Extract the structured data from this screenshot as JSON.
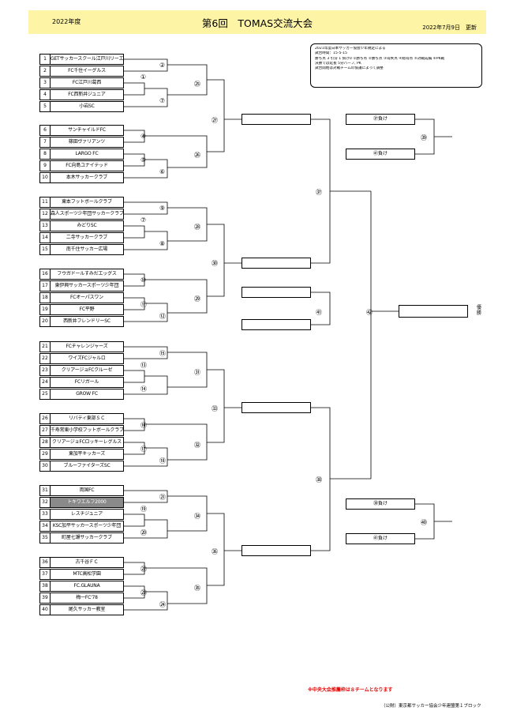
{
  "header": {
    "year": "2022年度",
    "title": "第6回　TOMAS交流大会",
    "updated": "2022年7月9日　更新"
  },
  "rules": [
    "2021年度日本サッカー協会少年規定による",
    "試合時間：15-5-15",
    "勝ち点 3  引分 1  負け0   ①勝ち点  ②勝ち点  ③得失点  ④総得点  ⑤対戦成績  ⑥PK戦",
    "決勝では延長 5分ハーフ, PK",
    "試合開始は対戦チームの協議によって調整"
  ],
  "teams": [
    {
      "num": "1",
      "name": "GETサッカースクール江戸川リーエ"
    },
    {
      "num": "2",
      "name": "FC千住イーグルス"
    },
    {
      "num": "3",
      "name": "FC江戸川葛西"
    },
    {
      "num": "4",
      "name": "FC西新井ジュニア"
    },
    {
      "num": "5",
      "name": "小岩SC"
    },
    {
      "num": "6",
      "name": "サンチャイルドFC"
    },
    {
      "num": "7",
      "name": "篠田ヴァリアンツ"
    },
    {
      "num": "8",
      "name": "LARGO FC"
    },
    {
      "num": "9",
      "name": "FC向島ユナイテッド"
    },
    {
      "num": "10",
      "name": "本木サッカークラブ"
    },
    {
      "num": "11",
      "name": "東本フットボールクラブ"
    },
    {
      "num": "12",
      "name": "森人スポーツ少年団サッカークラブ"
    },
    {
      "num": "13",
      "name": "みどりSC"
    },
    {
      "num": "14",
      "name": "二寺サッカークラブ"
    },
    {
      "num": "15",
      "name": "南千住サッカー広場"
    },
    {
      "num": "16",
      "name": "フウガドールすみだエッグス"
    },
    {
      "num": "17",
      "name": "東伊興サッカースポーツ少年団"
    },
    {
      "num": "18",
      "name": "FCオーパスワン"
    },
    {
      "num": "19",
      "name": "FC平野"
    },
    {
      "num": "20",
      "name": "西新井フレンドリーSC"
    },
    {
      "num": "21",
      "name": "FCチャレンジャーズ"
    },
    {
      "num": "22",
      "name": "ワイズFCジャルロ"
    },
    {
      "num": "23",
      "name": "クリアージョFCクルーゼ"
    },
    {
      "num": "24",
      "name": "FCリガール"
    },
    {
      "num": "25",
      "name": "GROW FC"
    },
    {
      "num": "26",
      "name": "リバティ東部ＳＣ"
    },
    {
      "num": "27",
      "name": "千寿常東小学校フットボールクラブ"
    },
    {
      "num": "28",
      "name": "クリアージョFCロッキーレグルス"
    },
    {
      "num": "29",
      "name": "東加平キッカーズ"
    },
    {
      "num": "30",
      "name": "ブルーファイターズSC"
    },
    {
      "num": "31",
      "name": "両国FC"
    },
    {
      "num": "32",
      "name": "トキワエルフ2000",
      "highlight": true
    },
    {
      "num": "33",
      "name": "レスチジュニア"
    },
    {
      "num": "34",
      "name": "KSC加平サッカースポーツ少年団"
    },
    {
      "num": "35",
      "name": "町屋七瀬サッカークラブ"
    },
    {
      "num": "36",
      "name": "古千谷ＦＣ"
    },
    {
      "num": "37",
      "name": "MTC高松学園"
    },
    {
      "num": "38",
      "name": "FC.GLAUNA"
    },
    {
      "num": "39",
      "name": "梅一FC'78"
    },
    {
      "num": "40",
      "name": "尾久サッカー教室"
    }
  ],
  "matches": {
    "m1": "①",
    "m2": "②",
    "m3": "③",
    "m4": "④",
    "m5": "⑤",
    "m6": "⑥",
    "m7": "⑦",
    "m8": "⑧",
    "m9": "⑨",
    "m10": "⑩",
    "m11": "⑪",
    "m12": "⑫",
    "m13": "⑬",
    "m14": "⑭",
    "m15": "⑮",
    "m16": "⑯",
    "m17": "⑰",
    "m18": "⑱",
    "m19": "⑲",
    "m20": "⑳",
    "m21": "㉑",
    "m22": "㉒",
    "m23": "㉓",
    "m24": "㉔",
    "m25": "㉕",
    "m26": "㉖",
    "m27": "㉗",
    "m28": "㉘",
    "m29": "㉙",
    "m30": "㉚",
    "m31": "㉛",
    "m32": "㉜",
    "m33": "㉝",
    "m34": "㉞",
    "m35": "㉟",
    "m36": "㊱",
    "m37": "㊲",
    "m38": "㊳",
    "m39": "㊴",
    "m40": "㊵",
    "m41": "㊶",
    "m42": "㊷"
  },
  "playoff": {
    "top_a": "㊲負け",
    "top_b": "㊶負け",
    "bot_a": "㊳負け",
    "bot_b": "㊶負け"
  },
  "final_label": "優勝",
  "notice": "※中央大会推薦枠は８チームとなります",
  "footer": "（公財）東京都サッカー協会少年連盟第１ブロック"
}
